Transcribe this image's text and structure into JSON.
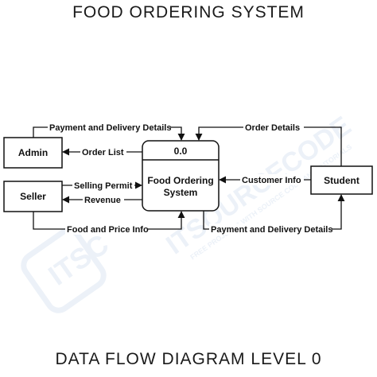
{
  "title": "FOOD ORDERING SYSTEM",
  "subtitle": "DATA FLOW DIAGRAM LEVEL 0",
  "entities": {
    "admin": "Admin",
    "seller": "Seller",
    "student": "Student"
  },
  "process": {
    "id": "0.0",
    "name_line1": "Food Ordering",
    "name_line2": "System"
  },
  "flows": {
    "payment_delivery_top": "Payment and Delivery Details",
    "order_list": "Order List",
    "selling_permit": "Selling Permit",
    "revenue": "Revenue",
    "food_price_info": "Food and Price Info",
    "order_details": "Order Details",
    "customer_info": "Customer Info",
    "payment_delivery_bottom": "Payment and Delivery Details"
  },
  "watermark": {
    "logo": "ITSC",
    "text": "ITSOURCECODE",
    "tagline": "FREE PROJECTS WITH SOURCE CODE AND TUTORIALS"
  },
  "colors": {
    "line": "#111111",
    "watermark": "#dce6f2"
  }
}
